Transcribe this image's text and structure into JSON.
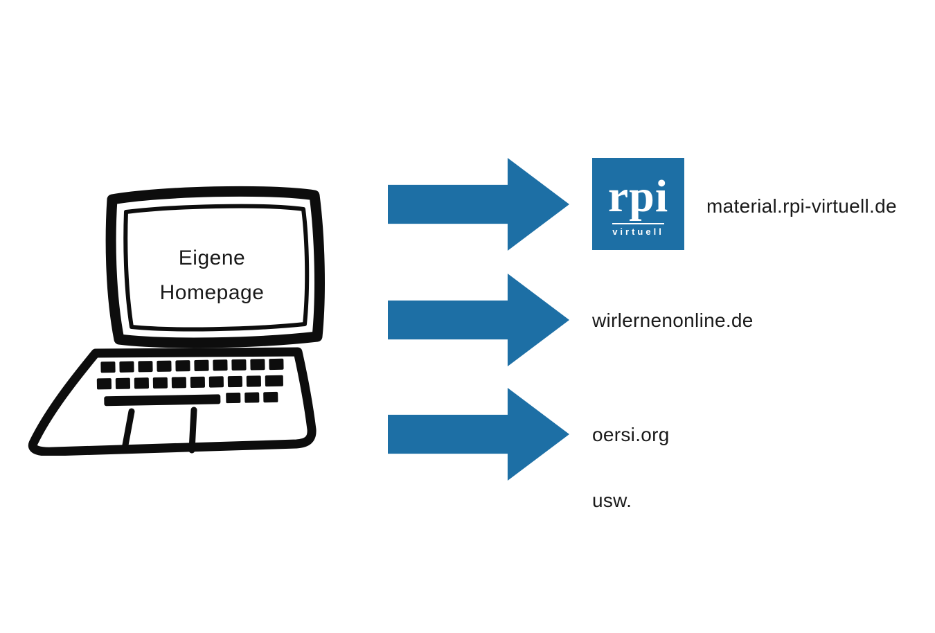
{
  "diagram": {
    "laptop": {
      "screen_line1": "Eigene",
      "screen_line2": "Homepage"
    },
    "logo": {
      "main": "rpi",
      "sub": "virtuell"
    },
    "targets": [
      {
        "label": "material.rpi-virtuell.de"
      },
      {
        "label": "wirlernenonline.de"
      },
      {
        "label": "oersi.org"
      }
    ],
    "etc_label": "usw.",
    "colors": {
      "accent_blue": "#1d6fa5",
      "ink": "#0d0d0d",
      "text": "#1a1a1a"
    }
  }
}
